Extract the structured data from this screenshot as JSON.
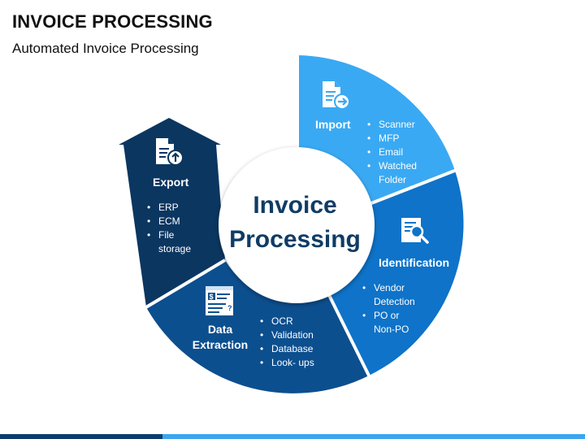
{
  "title": "INVOICE PROCESSING",
  "subtitle": "Automated Invoice Processing",
  "center": {
    "line1": "Invoice",
    "line2": "Processing"
  },
  "segments": {
    "import": {
      "label": "Import",
      "bullets": [
        "Scanner",
        "MFP",
        "Email",
        "Watched",
        "Folder"
      ],
      "color": "#3aa9f3",
      "icon": "document-arrow-right-icon"
    },
    "identification": {
      "label": "Identification",
      "bullets": [
        "Vendor",
        "Detection",
        "PO or",
        "Non-PO"
      ],
      "color": "#0e73c9",
      "icon": "document-magnifier-icon"
    },
    "extraction": {
      "label_line1": "Data",
      "label_line2": "Extraction",
      "bullets": [
        "OCR",
        "Validation",
        "Database",
        "Look- ups"
      ],
      "color": "#0c4f8f",
      "icon": "form-icon"
    },
    "export": {
      "label": "Export",
      "bullets": [
        "ERP",
        "ECM",
        "File",
        "storage"
      ],
      "color": "#0b3660",
      "icon": "document-arrow-up-icon"
    }
  }
}
